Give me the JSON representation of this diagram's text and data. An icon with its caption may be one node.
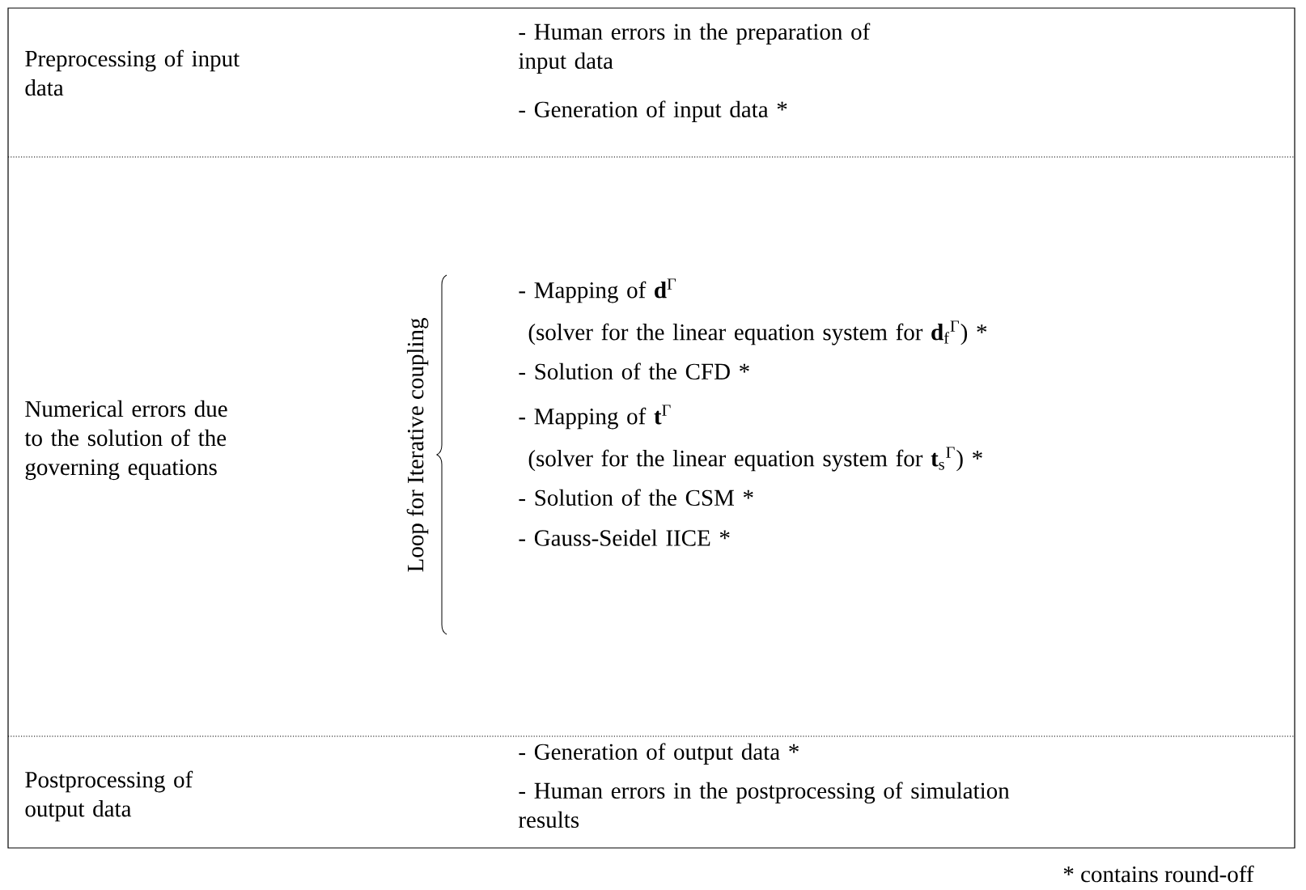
{
  "diagram": {
    "nodes": [
      {
        "text": [
          "Preprocessing of input data",
          "- Human errors in the preparation of input data",
          "- Generation of input data *"
        ]
      },
      {
        "text": [
          "Numerical errors due to the solution of the governing equations",
          "Loop for Iterative coupling",
          "- Mapping of **d**$^{Γ}$",
          "(solver for the linear equation system for **d**$_{f}$$^{Γ}$) *",
          "- Solution of the CFD *",
          "- Mapping of **t**$^{Γ}$",
          "(solver for the linear equation system for **t**$_{s}$$^{Γ}$) *",
          "- Solution of the CSM *",
          "- Gauss-Seidel IICE *"
        ]
      },
      {
        "text": [
          "Postprocessing of output data",
          "- Generation of output data *",
          "- Human errors in the postprocessing of simulation results"
        ]
      }
    ],
    "labels": [
      "* contains round-off"
    ]
  }
}
